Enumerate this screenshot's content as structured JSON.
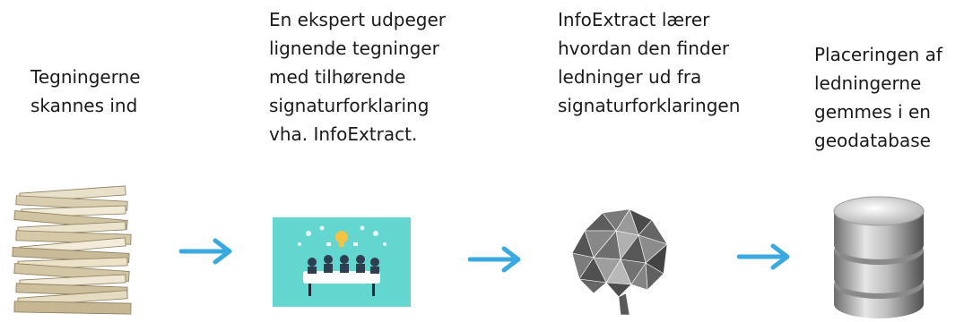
{
  "steps": [
    {
      "caption": "Tegningerne\nskannes ind"
    },
    {
      "caption": "En ekspert udpeger\nlignende tegninger\nmed tilhørende\nsignaturforklaring\nvha. InfoExtract."
    },
    {
      "caption": "InfoExtract lærer\nhvordan den finder\nledninger ud fra\nsignaturforklaringen"
    },
    {
      "caption": "Placeringen af\nledningerne\ngemmes i en\ngeodatabase"
    }
  ],
  "icons": [
    "paper-stack-icon",
    "meeting-icon",
    "brain-icon",
    "database-icon"
  ],
  "colors": {
    "arrow": "#39a9e0",
    "meeting_bg": "#62d6cf"
  }
}
